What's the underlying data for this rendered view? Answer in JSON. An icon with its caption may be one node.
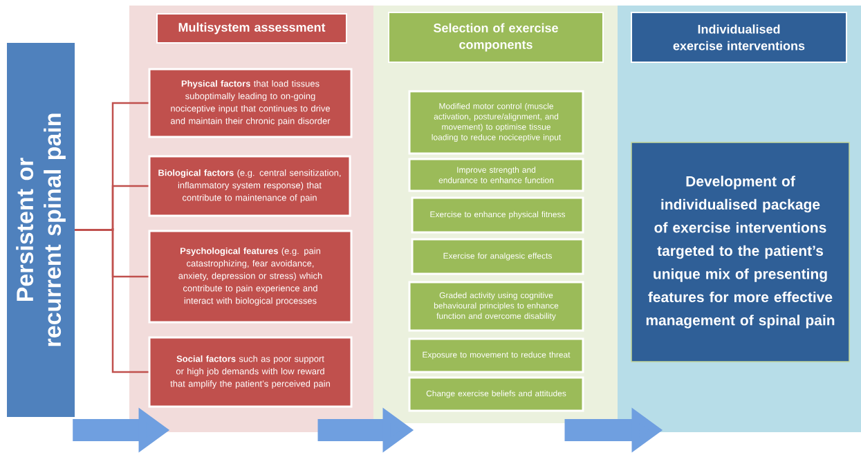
{
  "diagram": {
    "nodes": [
      {
        "text": [
          "Persistent or recurrent spinal pain"
        ]
      },
      {
        "text": [
          "Multisystem assessment"
        ]
      },
      {
        "text": [
          "**Physical factors** that load tissues suboptimally leading to on-going nociceptive input that continues to drive and maintain their chronic pain disorder"
        ]
      },
      {
        "text": [
          "**Biological factors** (e.g. central sensitization, inflammatory system response) that contribute to maintenance of pain"
        ]
      },
      {
        "text": [
          "**Psychological features** (e.g. pain catastrophizing, fear avoidance, anxiety, depression or stress) which contribute to pain experience and interact with biological processes"
        ]
      },
      {
        "text": [
          "**Social factors** such as poor support or high job demands with low reward that amplify the patient’s perceived pain"
        ]
      },
      {
        "text": [
          "Selection of exercise components"
        ]
      },
      {
        "text": [
          "Modified motor control (muscle activation, posture/alignment, and movement) to optimise tissue loading to reduce nociceptive input"
        ]
      },
      {
        "text": [
          "Improve strength and endurance to enhance function"
        ]
      },
      {
        "text": [
          "Exercise to enhance physical fitness"
        ]
      },
      {
        "text": [
          "Exercise for analgesic effects"
        ]
      },
      {
        "text": [
          "Graded activity using cognitive behavioural principles to enhance function and overcome disability"
        ]
      },
      {
        "text": [
          "Exposure to movement to reduce threat"
        ]
      },
      {
        "text": [
          "Change exercise beliefs and attitudes"
        ]
      },
      {
        "text": [
          "Individualised exercise interventions"
        ]
      },
      {
        "text": [
          "Development of individualised package of exercise interventions targeted to the patient’s unique mix of presenting features for more effective management of spinal pain"
        ]
      }
    ],
    "edges": [
      {
        "from": 0,
        "to": 2,
        "arrow": "none"
      },
      {
        "from": 0,
        "to": 3,
        "arrow": "none"
      },
      {
        "from": 0,
        "to": 4,
        "arrow": "none"
      },
      {
        "from": 0,
        "to": 5,
        "arrow": "none"
      },
      {
        "from": 0,
        "to": 5,
        "arrow": "to",
        "style": "thick",
        "color": "#6f9fe0"
      },
      {
        "from": 5,
        "to": 13,
        "arrow": "to",
        "style": "thick",
        "color": "#6f9fe0"
      },
      {
        "from": 13,
        "to": null,
        "arrow": "to",
        "style": "thick",
        "color": "#6f9fe0"
      }
    ]
  }
}
